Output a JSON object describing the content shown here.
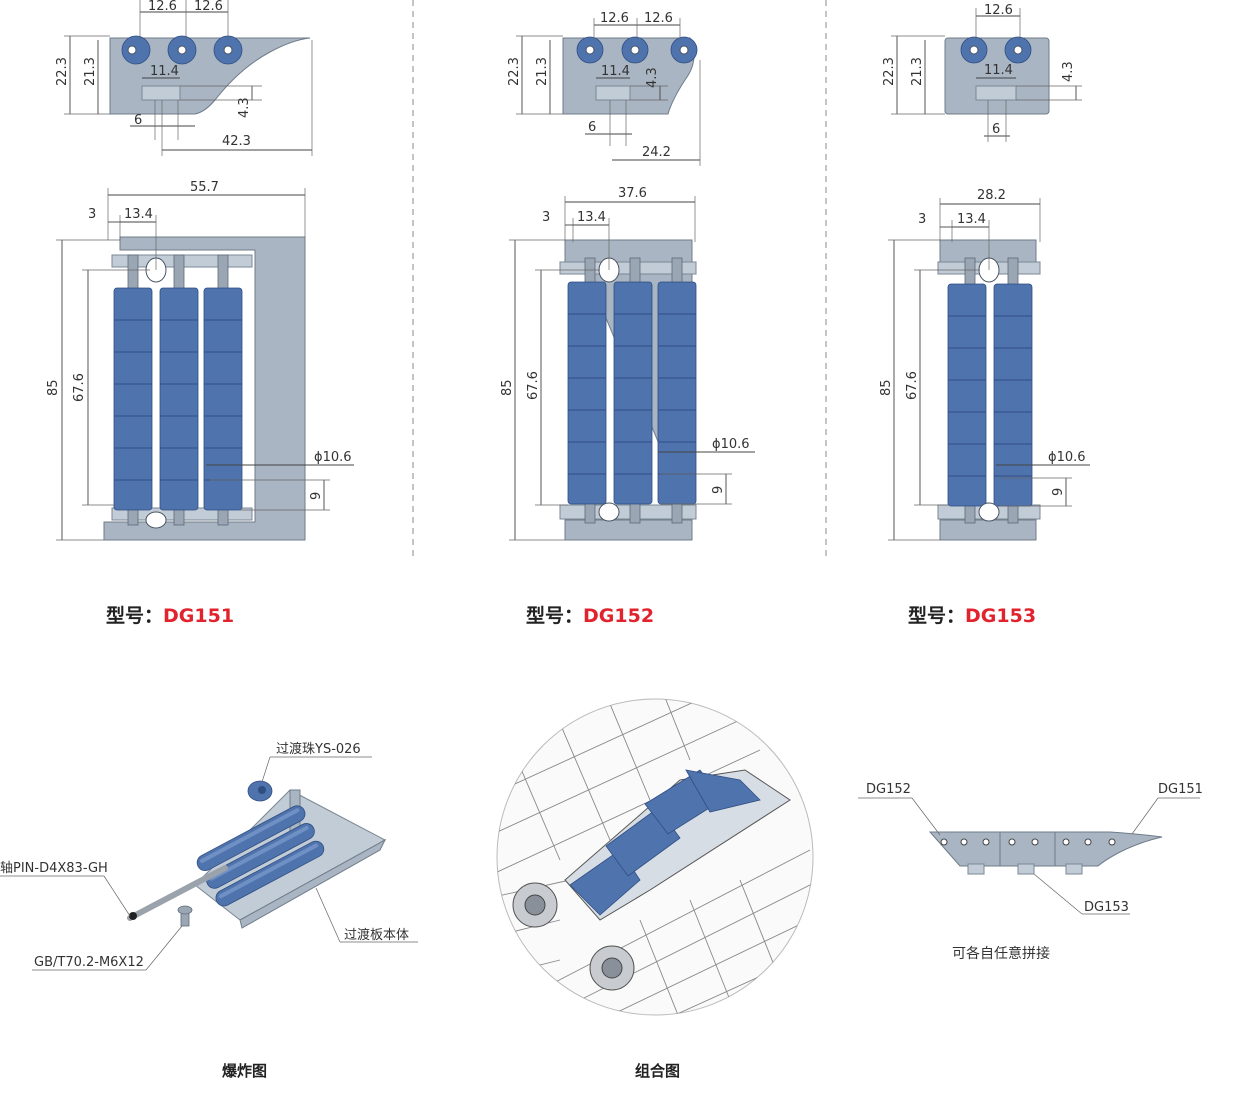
{
  "models": [
    {
      "prefix": "型号：",
      "code": "DG151",
      "top_dims": {
        "w1": "12.6",
        "w2": "12.6",
        "h1": "22.3",
        "h2": "21.3",
        "slot": "11.4",
        "depth": "4.3",
        "gap": "6",
        "len": "42.3"
      },
      "front_dims": {
        "width": "55.7",
        "edge": "3",
        "pitch": "13.4",
        "height": "85",
        "inner": "67.6",
        "dia": "ϕ10.6",
        "off": "9"
      }
    },
    {
      "prefix": "型号：",
      "code": "DG152",
      "top_dims": {
        "w1": "12.6",
        "w2": "12.6",
        "h1": "22.3",
        "h2": "21.3",
        "slot": "11.4",
        "depth": "4.3",
        "gap": "6",
        "len": "24.2"
      },
      "front_dims": {
        "width": "37.6",
        "edge": "3",
        "pitch": "13.4",
        "height": "85",
        "inner": "67.6",
        "dia": "ϕ10.6",
        "off": "9"
      }
    },
    {
      "prefix": "型号：",
      "code": "DG153",
      "top_dims": {
        "w1": "12.6",
        "h1": "22.3",
        "h2": "21.3",
        "slot": "11.4",
        "depth": "4.3",
        "gap": "6"
      },
      "front_dims": {
        "width": "28.2",
        "edge": "3",
        "pitch": "13.4",
        "height": "85",
        "inner": "67.6",
        "dia": "ϕ10.6",
        "off": "9"
      }
    }
  ],
  "exploded": {
    "caption": "爆炸图",
    "callouts": {
      "bead": "过渡珠YS-026",
      "pin": "轴PIN-D4X83-GH",
      "screw": "GB/T70.2-M6X12",
      "body": "过渡板本体"
    }
  },
  "assembly": {
    "caption": "组合图"
  },
  "combo": {
    "labels": {
      "dg152": "DG152",
      "dg151": "DG151",
      "dg153": "DG153"
    },
    "note": "可各自任意拼接"
  },
  "colors": {
    "accent_red": "#e0232d",
    "roller_blue": "#4f73ad",
    "body_gray": "#a9b5c2"
  }
}
